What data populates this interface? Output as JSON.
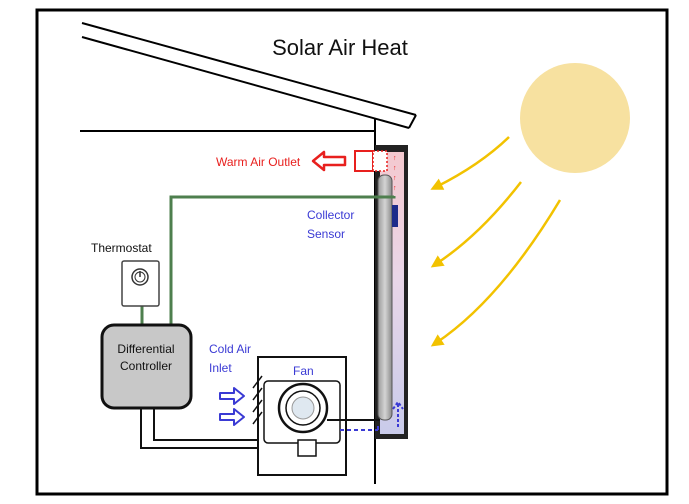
{
  "title": "Solar Air Heat",
  "labels": {
    "warm_air_outlet": "Warm Air Outlet",
    "collector_sensor_line1": "Collector",
    "collector_sensor_line2": "Sensor",
    "thermostat": "Thermostat",
    "controller_line1": "Differential",
    "controller_line2": "Controller",
    "cold_air_line1": "Cold Air",
    "cold_air_line2": "Inlet",
    "fan": "Fan"
  },
  "colors": {
    "frame": "#000000",
    "warm_air": "#e8201e",
    "cold_air": "#3a3ad4",
    "sensor_wire": "#4e7f4e",
    "sun_fill": "#f7e1a0",
    "sun_rays": "#f2c200",
    "controller_fill": "#c8c8c8",
    "label_blue": "#3a3ad4",
    "label_red": "#e8201e"
  },
  "icons": {
    "sun": "sun-icon",
    "thermostat_dial": "dial-icon",
    "fan": "fan-icon",
    "warm_arrow": "arrow-left-icon",
    "cold_arrow": "arrow-right-icon"
  }
}
